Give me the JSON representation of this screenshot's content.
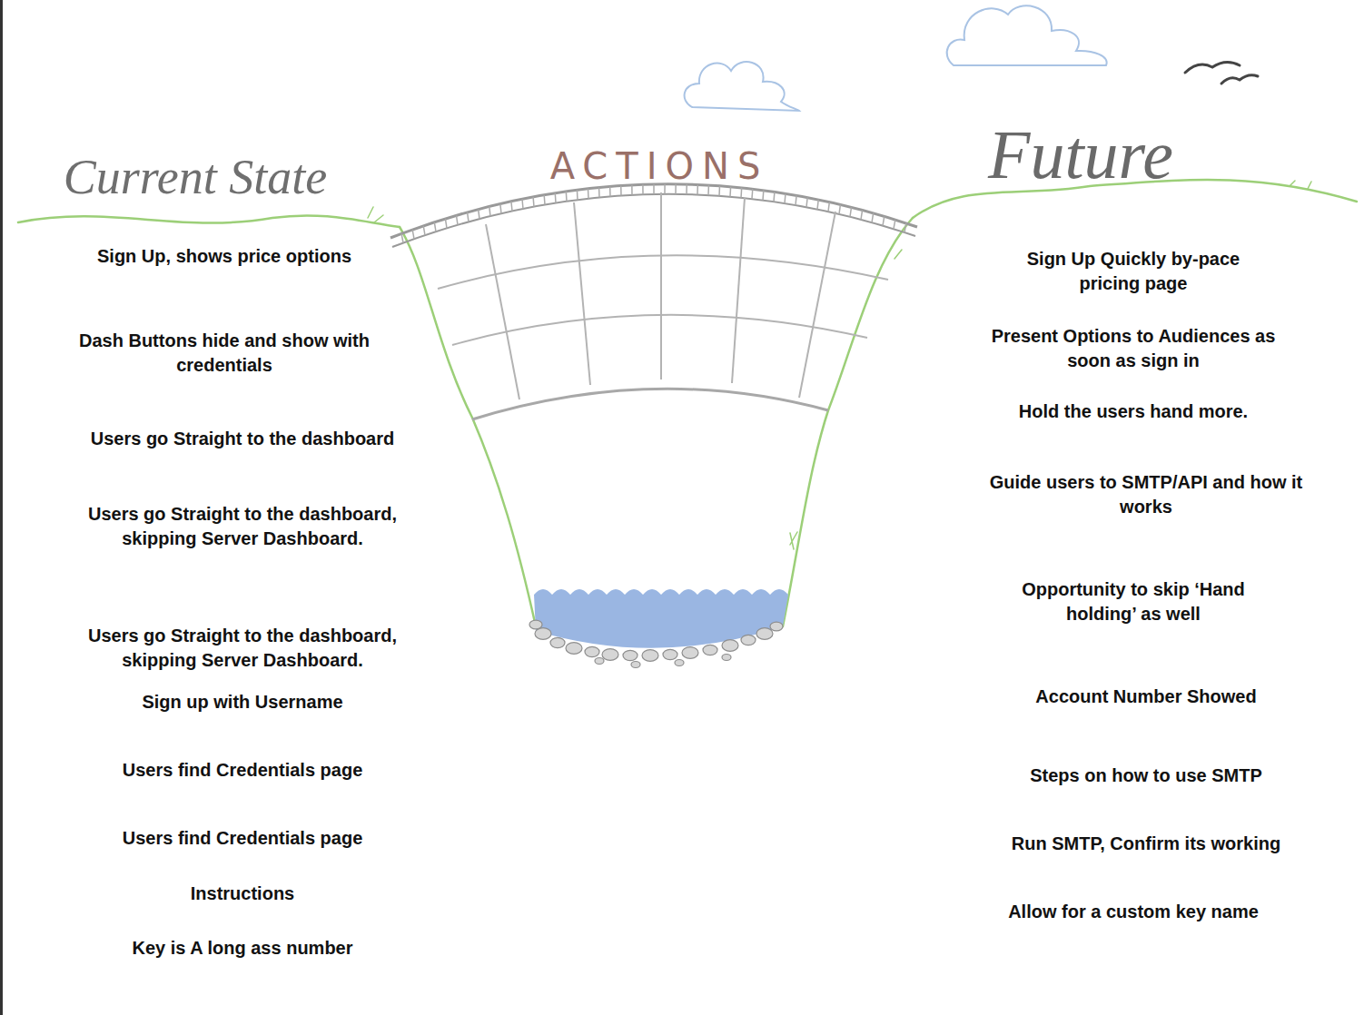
{
  "diagram": {
    "labels": [
      "Current State",
      "ACTIONS",
      "Future",
      "Sign Up, shows price options",
      "Dash Buttons hide and show with credentials",
      "Users go Straight to the dashboard",
      "Users go Straight to the dashboard, skipping Server Dashboard.",
      "Users go Straight to the dashboard, skipping Server Dashboard.",
      "Sign up with Username",
      "Users find Credentials page",
      "Users find Credentials page",
      "Instructions",
      "Key is A long ass number",
      "Sign Up Quickly by-pace pricing page",
      "Present Options to Audiences as soon as sign in",
      "Hold the users hand more.",
      "Guide users to SMTP/API and how it works",
      "Opportunity to skip ‘Hand holding’ as well",
      "Account Number Showed",
      "Steps on how to use SMTP",
      "Run SMTP, Confirm its working",
      "Allow for a custom key name"
    ]
  }
}
